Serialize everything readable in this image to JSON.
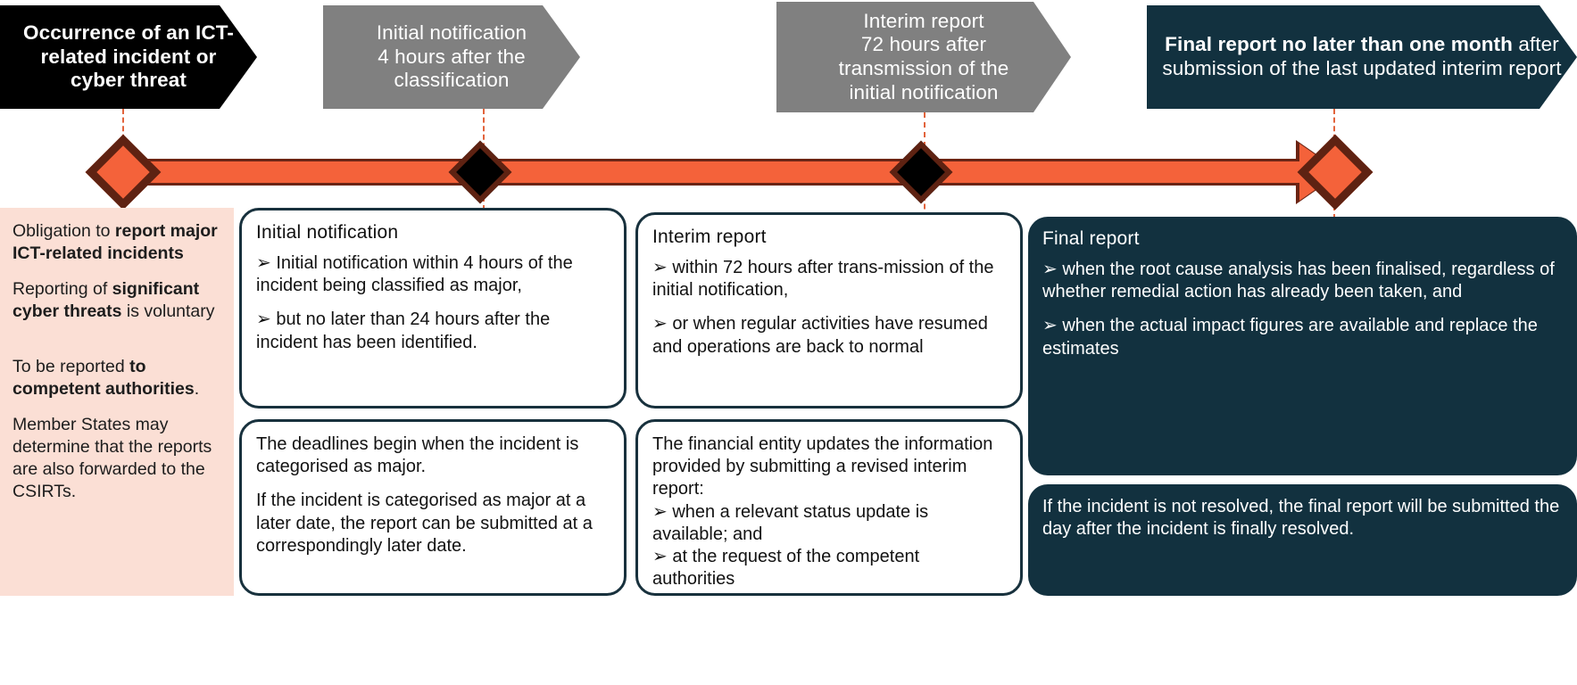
{
  "banners": [
    {
      "id": "occurrence",
      "style": "black",
      "lines": [
        "Occurrence of an ICT-",
        "related incident or",
        "cyber threat"
      ],
      "bold_prefix": "Occurrence of an ICT-related incident or cyber threat",
      "rest": ""
    },
    {
      "id": "initial-notification",
      "style": "gray",
      "lines": [
        "Initial notification",
        "4 hours after the",
        "classification"
      ],
      "bold_prefix": "",
      "rest": "Initial notification 4 hours after the classification"
    },
    {
      "id": "interim-report",
      "style": "gray",
      "lines": [
        "Interim report",
        "72 hours after",
        "transmission of the",
        "initial notification"
      ],
      "bold_prefix": "",
      "rest": "Interim report 72 hours after transmission of the initial notification"
    },
    {
      "id": "final-report",
      "style": "navy",
      "lines": [
        "Final report no later than one",
        "month after submission of the last",
        "updated interim report"
      ],
      "bold_prefix": "Final report no later than one month",
      "rest": " after submission of the last updated interim report"
    }
  ],
  "left_panel": {
    "name": "obligations-panel",
    "paragraphs": [
      {
        "plain_before": "Obligation to ",
        "bold": "report major ICT-related incidents",
        "plain_after": ""
      },
      {
        "plain_before": "Reporting of ",
        "bold": "significant cyber threats",
        "plain_after": " is voluntary"
      },
      {
        "plain_before": "To be reported ",
        "bold": "to competent authorities",
        "plain_after": "."
      },
      {
        "plain_before": "Member States may determine that the reports are also forwarded to the CSIRTs.",
        "bold": "",
        "plain_after": ""
      }
    ]
  },
  "cards": {
    "initial_top": {
      "title": "Initial notification",
      "bullets": [
        "➢ Initial notification within 4 hours of the incident being classified as major,",
        "➢ but no later than 24 hours after the incident has been identified."
      ]
    },
    "initial_bottom": {
      "title": "",
      "bullets": [
        "The deadlines begin when the incident is categorised as major.",
        "If the incident is categorised as major at a later date, the report can be submitted at a correspondingly later date."
      ]
    },
    "interim_top": {
      "title": "Interim report",
      "bullets": [
        "➢ within 72 hours after trans-mission of the initial notification,",
        "➢ or when regular activities have resumed and operations are back to normal"
      ]
    },
    "interim_bottom": {
      "title": "",
      "bullets": [
        "The financial entity updates the information provided by submitting a revised interim report:",
        "➢ when a relevant status update is available; and",
        "➢ at the request of the competent authorities"
      ]
    },
    "final_top": {
      "title": "Final report",
      "bullets": [
        "➢ when the root cause analysis has been finalised, regardless of whether remedial action has already been taken, and",
        "➢ when the actual impact figures are available and replace the estimates"
      ]
    },
    "final_bottom": {
      "title": "",
      "bullets": [
        "If the incident is not resolved, the final report will be submitted the day after the incident is finally resolved."
      ]
    }
  },
  "timeline": {
    "name": "incident-reporting-timeline",
    "markers": [
      {
        "id": "marker-occurrence",
        "kind": "open-diamond"
      },
      {
        "id": "marker-initial",
        "kind": "solid-diamond"
      },
      {
        "id": "marker-interim",
        "kind": "solid-diamond"
      },
      {
        "id": "marker-final",
        "kind": "open-diamond"
      }
    ]
  },
  "colors": {
    "accent_orange": "#f4623a",
    "accent_dark_red": "#6b2414",
    "navy": "#12313f",
    "gray": "#808080",
    "black": "#000000",
    "pink": "#fbdfd5"
  }
}
